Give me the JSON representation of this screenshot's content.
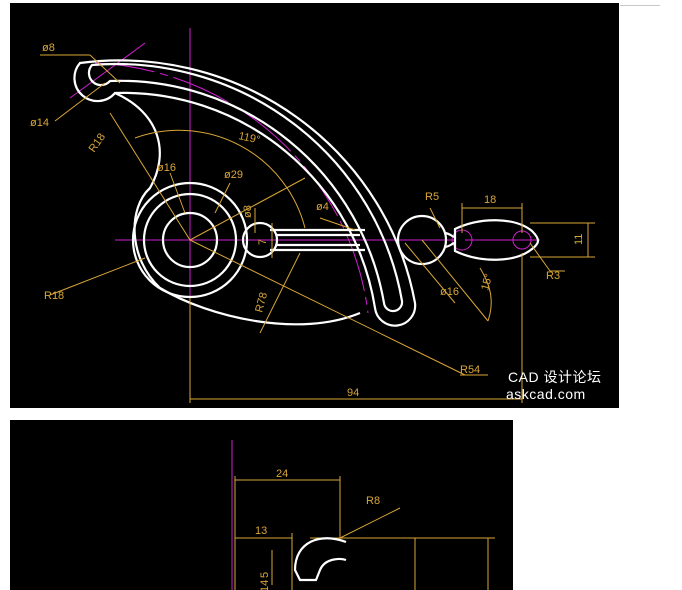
{
  "drawing1": {
    "labels": {
      "d8": "ø8",
      "d14": "ø14",
      "r18_top": "R18",
      "angle119": "119°",
      "d16_inner": "ø16",
      "d29": "ø29",
      "d8_small": "ø8",
      "d4": "ø4",
      "seven": "7",
      "r5": "R5",
      "eighteen": "18",
      "eleven": "11",
      "r3": "R3",
      "d16_right": "ø16",
      "angle15": "15°",
      "r18_left": "R18",
      "r78": "R78",
      "r54": "R54",
      "ninetyfour": "94"
    },
    "watermark": {
      "line1": "CAD 设计论坛",
      "line2": "askcad.com"
    }
  },
  "drawing2": {
    "labels": {
      "twentyfour": "24",
      "r8": "R8",
      "thirteen": "13",
      "five": "5",
      "fourteen": "14"
    }
  },
  "colors": {
    "outline": "#ffffff",
    "dimension": "#d9a638",
    "center": "#d020d0",
    "background": "#000000"
  }
}
